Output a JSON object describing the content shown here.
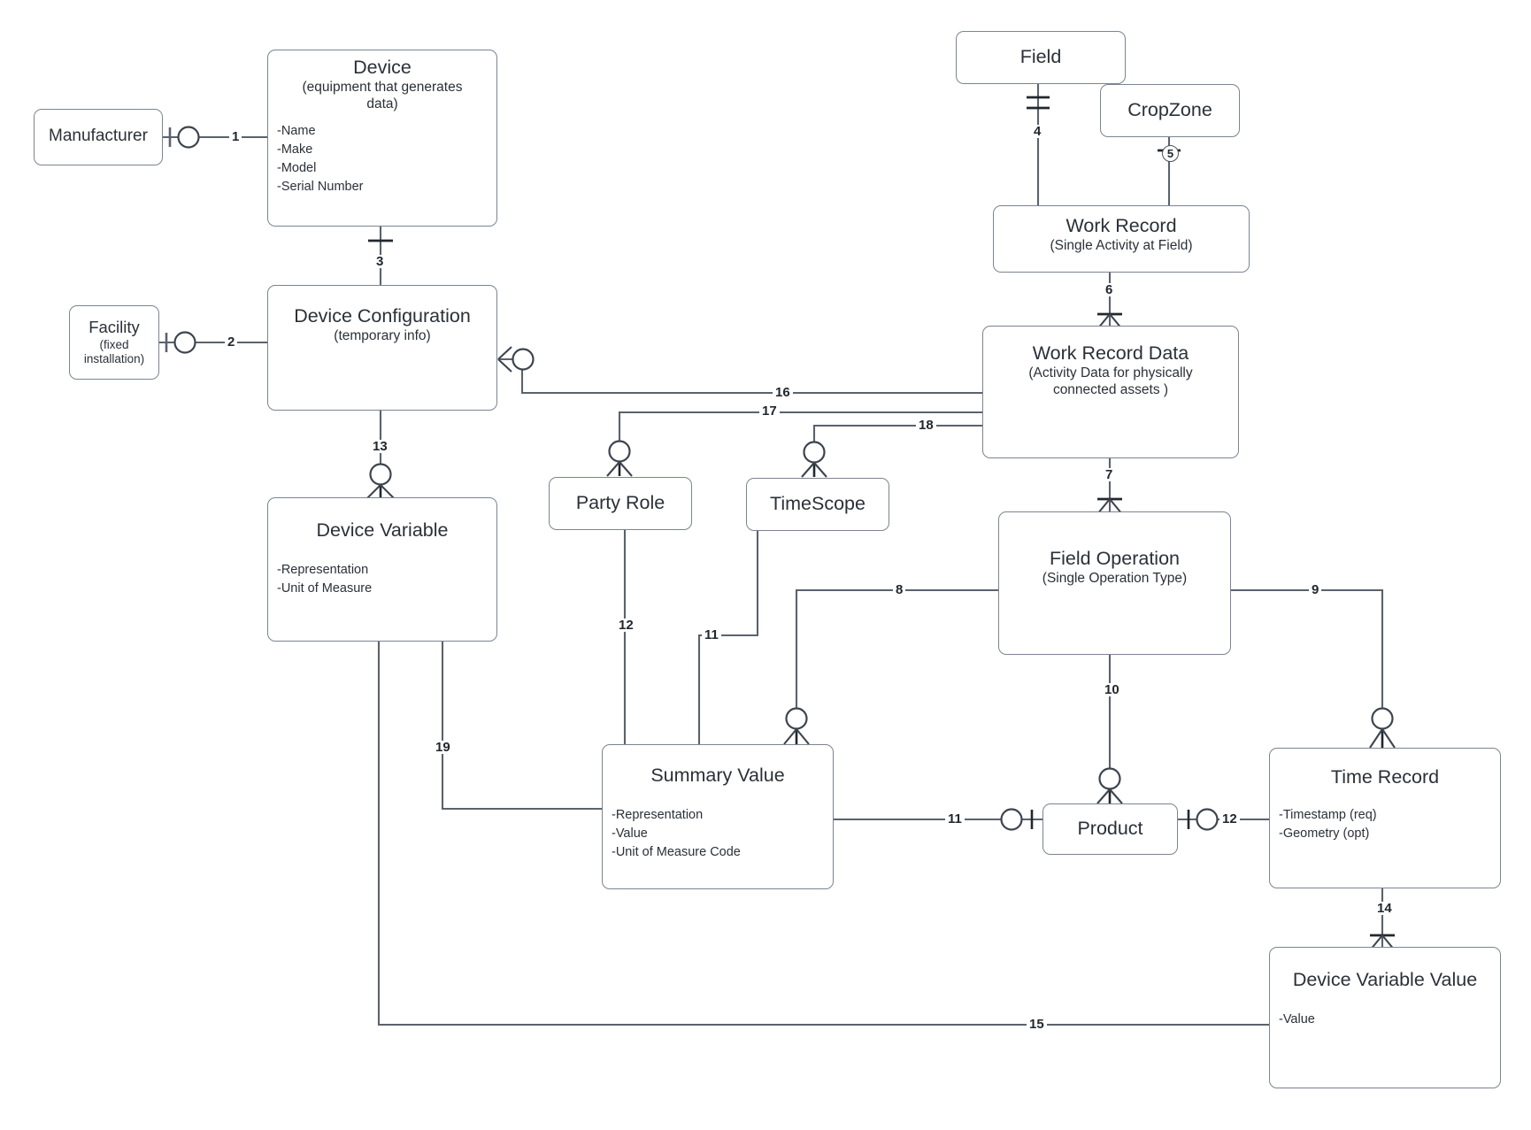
{
  "diagram": {
    "title": "Device / Work Record Entity Relationship Diagram",
    "line_color": "#5a626d",
    "box_border_color": "#7b8491",
    "text_color": "#2b3038",
    "background": "#ffffff"
  },
  "entities": {
    "manufacturer": {
      "title": "Manufacturer",
      "sub": "",
      "attrs": []
    },
    "device": {
      "title": "Device",
      "sub": "(equipment that generates\ndata)",
      "attrs": [
        "-Name",
        "-Make",
        "-Model",
        "-Serial Number"
      ]
    },
    "facility": {
      "title": "Facility",
      "sub": "(fixed\ninstallation)",
      "attrs": []
    },
    "device_configuration": {
      "title": "Device Configuration",
      "sub": "(temporary info)",
      "attrs": []
    },
    "device_variable": {
      "title": "Device Variable",
      "sub": "",
      "attrs": [
        "-Representation",
        "-Unit of Measure"
      ]
    },
    "party_role": {
      "title": "Party Role",
      "sub": "",
      "attrs": []
    },
    "timescope": {
      "title": "TimeScope",
      "sub": "",
      "attrs": []
    },
    "summary_value": {
      "title": "Summary Value",
      "sub": "",
      "attrs": [
        "-Representation",
        "-Value",
        "-Unit of Measure Code"
      ]
    },
    "field": {
      "title": "Field",
      "sub": "",
      "attrs": []
    },
    "cropzone": {
      "title": "CropZone",
      "sub": "",
      "attrs": []
    },
    "work_record": {
      "title": "Work Record",
      "sub": "(Single Activity at Field)",
      "attrs": []
    },
    "work_record_data": {
      "title": "Work Record Data",
      "sub": "(Activity Data for physically\nconnected assets )",
      "attrs": []
    },
    "field_operation": {
      "title": "Field Operation",
      "sub": "(Single Operation Type)",
      "attrs": []
    },
    "product": {
      "title": "Product",
      "sub": "",
      "attrs": []
    },
    "time_record": {
      "title": "Time Record",
      "sub": "",
      "attrs": [
        "-Timestamp (req)",
        "-Geometry (opt)"
      ]
    },
    "device_variable_value": {
      "title": "Device Variable Value",
      "sub": "",
      "attrs": [
        "-Value"
      ]
    }
  },
  "relationship_labels": {
    "r1": "1",
    "r2": "2",
    "r3": "3",
    "r4": "4",
    "r5": "5",
    "r6": "6",
    "r7": "7",
    "r8": "8",
    "r9": "9",
    "r10": "10",
    "r11_product": "11",
    "r11_timescope": "11",
    "r12_partyrole": "12",
    "r12_timerecord": "12",
    "r13": "13",
    "r14": "14",
    "r15": "15",
    "r16": "16",
    "r17": "17",
    "r18": "18",
    "r19": "19"
  },
  "chart_data": {
    "type": "table",
    "title": "Entity Relationship Diagram — Device and Work Record domains",
    "nodes": [
      "Manufacturer",
      "Device",
      "Facility",
      "Device Configuration",
      "Device Variable",
      "Party Role",
      "TimeScope",
      "Summary Value",
      "Field",
      "CropZone",
      "Work Record",
      "Work Record Data",
      "Field Operation",
      "Product",
      "Time Record",
      "Device Variable Value"
    ],
    "edges": [
      {
        "id": "1",
        "from": "Manufacturer",
        "to": "Device",
        "from_card": "zero-or-one",
        "to_card": "plain"
      },
      {
        "id": "2",
        "from": "Facility",
        "to": "Device Configuration",
        "from_card": "zero-or-one",
        "to_card": "plain"
      },
      {
        "id": "3",
        "from": "Device",
        "to": "Device Configuration",
        "from_card": "one-only",
        "to_card": "plain"
      },
      {
        "id": "4",
        "from": "Field",
        "to": "Work Record",
        "from_card": "one-only",
        "to_card": "plain"
      },
      {
        "id": "5",
        "from": "CropZone",
        "to": "Work Record",
        "from_card": "one-only",
        "to_card": "plain"
      },
      {
        "id": "6",
        "from": "Work Record",
        "to": "Work Record Data",
        "from_card": "plain",
        "to_card": "one-or-many"
      },
      {
        "id": "7",
        "from": "Work Record Data",
        "to": "Field Operation",
        "from_card": "plain",
        "to_card": "one-or-many"
      },
      {
        "id": "8",
        "from": "Field Operation",
        "to": "Summary Value",
        "from_card": "plain",
        "to_card": "zero-or-many"
      },
      {
        "id": "9",
        "from": "Field Operation",
        "to": "Time Record",
        "from_card": "plain",
        "to_card": "zero-or-many"
      },
      {
        "id": "10",
        "from": "Field Operation",
        "to": "Product",
        "from_card": "plain",
        "to_card": "zero-or-many"
      },
      {
        "id": "11",
        "from": "Summary Value",
        "to": "Product",
        "from_card": "plain",
        "to_card": "zero-or-one"
      },
      {
        "id": "11",
        "from": "TimeScope",
        "to": "Summary Value",
        "from_card": "zero-or-one",
        "to_card": "plain"
      },
      {
        "id": "12",
        "from": "Party Role",
        "to": "Summary Value",
        "from_card": "zero-or-one",
        "to_card": "plain"
      },
      {
        "id": "12",
        "from": "Product",
        "to": "Time Record",
        "from_card": "zero-or-one",
        "to_card": "plain"
      },
      {
        "id": "13",
        "from": "Device Configuration",
        "to": "Device Variable",
        "from_card": "plain",
        "to_card": "zero-or-many"
      },
      {
        "id": "14",
        "from": "Time Record",
        "to": "Device Variable Value",
        "from_card": "plain",
        "to_card": "one-or-many"
      },
      {
        "id": "15",
        "from": "Device Variable",
        "to": "Device Variable Value",
        "from_card": "one-only",
        "to_card": "plain"
      },
      {
        "id": "16",
        "from": "Device Configuration",
        "to": "Work Record Data",
        "from_card": "zero-or-many",
        "to_card": "plain"
      },
      {
        "id": "17",
        "from": "Party Role",
        "to": "Work Record Data",
        "from_card": "zero-or-many",
        "to_card": "plain"
      },
      {
        "id": "18",
        "from": "TimeScope",
        "to": "Work Record Data",
        "from_card": "zero-or-many",
        "to_card": "plain"
      },
      {
        "id": "19",
        "from": "Device Variable",
        "to": "Summary Value",
        "from_card": "zero-or-one",
        "to_card": "plain"
      }
    ]
  }
}
